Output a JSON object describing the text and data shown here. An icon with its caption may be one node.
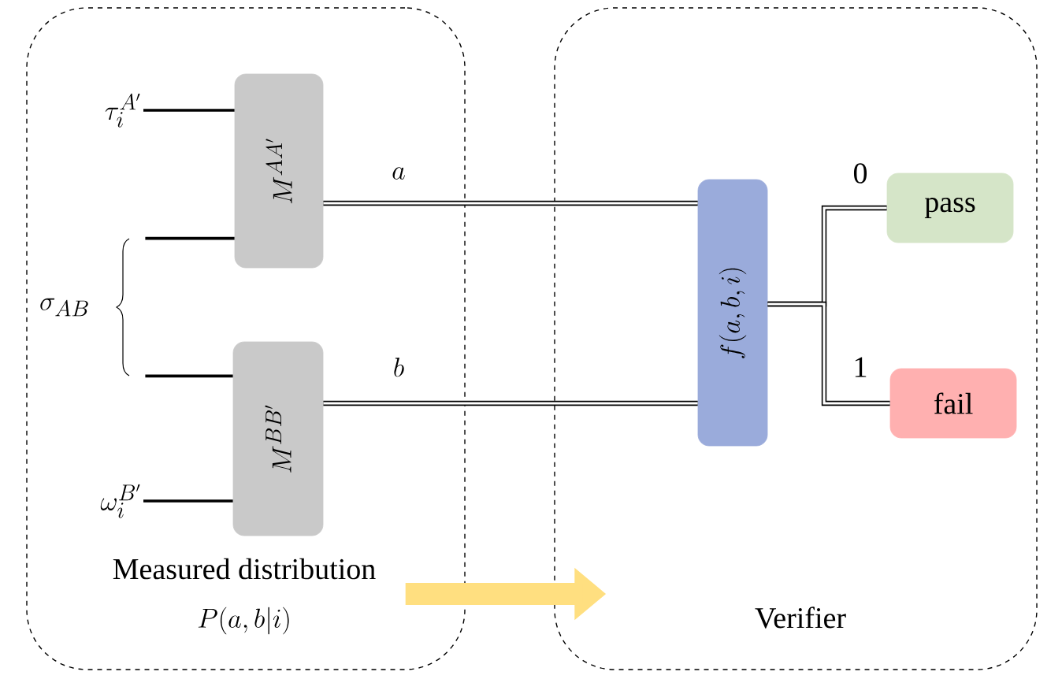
{
  "diagram": {
    "nodes": [
      {
        "text": [
          "Measured distribution",
          "P(a,b|i)"
        ]
      },
      {
        "text": [
          "\\tau_i^{A'}"
        ],
        "in": 0
      },
      {
        "text": [
          "M^{AA'}"
        ],
        "in": 0
      },
      {
        "text": [
          "\\sigma_{AB}"
        ],
        "in": 0
      },
      {
        "text": [
          "M^{BB'}"
        ],
        "in": 0
      },
      {
        "text": [
          "\\omega_i^{B'}"
        ],
        "in": 0
      },
      {
        "text": [
          "Verifier"
        ]
      },
      {
        "text": [
          "f(a,b,i)"
        ],
        "in": 6
      },
      {
        "text": [
          "pass"
        ],
        "in": 6
      },
      {
        "text": [
          "fail"
        ],
        "in": 6
      }
    ],
    "edges": [
      {
        "from": 1,
        "to": 2,
        "arrow": "none"
      },
      {
        "from": 3,
        "to": 2,
        "arrow": "none"
      },
      {
        "from": 3,
        "to": 4,
        "arrow": "none"
      },
      {
        "from": 5,
        "to": 4,
        "arrow": "none"
      },
      {
        "from": 2,
        "to": 7,
        "arrow": "none",
        "label": "a"
      },
      {
        "from": 4,
        "to": 7,
        "arrow": "none",
        "label": "b"
      },
      {
        "from": 7,
        "to": 8,
        "arrow": "none",
        "label": "0"
      },
      {
        "from": 7,
        "to": 9,
        "arrow": "none",
        "label": "1"
      },
      {
        "from": 0,
        "to": 6,
        "arrow": "to",
        "style": "thick",
        "color": "#ffdf80"
      }
    ]
  }
}
